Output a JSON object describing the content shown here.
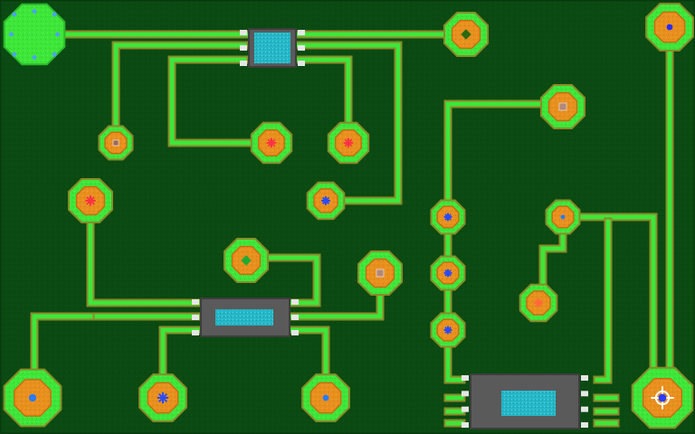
{
  "colors": {
    "board": "#0b4a12",
    "board_edge": "#083a0d",
    "trace_outer": "#8c8a2a",
    "trace_inner": "#3ee63a",
    "pad_ring": "#3ee63a",
    "pad_ring_edge": "#8c8a2a",
    "pad_center": "#e8901e",
    "pad_center_edge": "#c76d10",
    "chip_body": "#5a5a5a",
    "chip_window": "#26b8c8",
    "chip_pin": "#e6e6e6",
    "source_pad": "#36dd36",
    "cursor_blue": "#2a3cff",
    "cursor_white": "#ffffff"
  },
  "chips": [
    {
      "name": "chip-top",
      "pins_per_side": 3
    },
    {
      "name": "chip-middle",
      "pins_per_side": 3
    },
    {
      "name": "chip-bottom-right",
      "pins_per_side": 4
    }
  ],
  "pads": [
    {
      "name": "pad-source-top-left",
      "kind": "source",
      "marker": "diamond",
      "marker_color": "#4da0ff"
    },
    {
      "name": "pad-top-right-a",
      "kind": "node",
      "marker": "diamond",
      "marker_color": "#2a6a10"
    },
    {
      "name": "pad-corner-top-right",
      "kind": "node",
      "marker": "dot",
      "marker_color": "#2b2bff"
    },
    {
      "name": "pad-left-small",
      "kind": "node",
      "marker": "square",
      "marker_color": "#9a6a5a"
    },
    {
      "name": "pad-mid-pink-a",
      "kind": "node",
      "marker": "sparkle",
      "marker_color": "#ff3344"
    },
    {
      "name": "pad-mid-pink-b",
      "kind": "node",
      "marker": "sparkle",
      "marker_color": "#ff3344"
    },
    {
      "name": "pad-mid-blue",
      "kind": "node",
      "marker": "sparkle",
      "marker_color": "#2a4bff"
    },
    {
      "name": "pad-upper-right-square",
      "kind": "node",
      "marker": "square",
      "marker_color": "#b08a7a"
    },
    {
      "name": "pad-left-pink",
      "kind": "node",
      "marker": "sparkle",
      "marker_color": "#ff3344"
    },
    {
      "name": "pad-center-green",
      "kind": "node",
      "marker": "diamond",
      "marker_color": "#22aa33"
    },
    {
      "name": "pad-center-right-square",
      "kind": "node",
      "marker": "square",
      "marker_color": "#b08a7a"
    },
    {
      "name": "pad-column-a",
      "kind": "node",
      "marker": "sparkle",
      "marker_color": "#2a4bff"
    },
    {
      "name": "pad-column-b",
      "kind": "node",
      "marker": "sparkle",
      "marker_color": "#2a4bff"
    },
    {
      "name": "pad-column-c",
      "kind": "node",
      "marker": "sparkle",
      "marker_color": "#2a4bff"
    },
    {
      "name": "pad-right-blue",
      "kind": "node",
      "marker": "dot",
      "marker_color": "#2a7aff"
    },
    {
      "name": "pad-right-orange",
      "kind": "node",
      "marker": "sparkle",
      "marker_color": "#ff6a3a"
    },
    {
      "name": "pad-bottom-left-corner",
      "kind": "node",
      "marker": "dot",
      "marker_color": "#2a7aff"
    },
    {
      "name": "pad-bottom-blue-a",
      "kind": "node",
      "marker": "sparkle",
      "marker_color": "#2a4bff"
    },
    {
      "name": "pad-bottom-blue-b",
      "kind": "node",
      "marker": "dot",
      "marker_color": "#2a7aff"
    },
    {
      "name": "pad-bottom-right-corner",
      "kind": "node",
      "marker": "crosshair",
      "marker_color": "#2a3cff"
    }
  ]
}
